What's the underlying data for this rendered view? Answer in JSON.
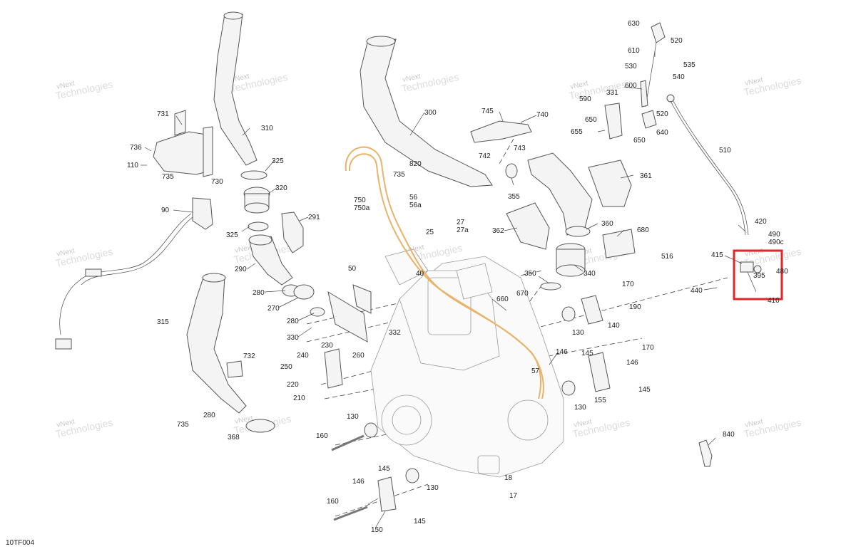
{
  "figure_code": "10TF004",
  "watermark": {
    "line1": "vNext",
    "line2": "Technologies"
  },
  "highlight_color": "#e0262a",
  "callouts": [
    {
      "id": "c630",
      "text": "630"
    },
    {
      "id": "c520a",
      "text": "520"
    },
    {
      "id": "c610",
      "text": "610"
    },
    {
      "id": "c535",
      "text": "535"
    },
    {
      "id": "c530",
      "text": "530"
    },
    {
      "id": "c540",
      "text": "540"
    },
    {
      "id": "c600",
      "text": "600"
    },
    {
      "id": "c331",
      "text": "331"
    },
    {
      "id": "c590",
      "text": "590"
    },
    {
      "id": "c520b",
      "text": "520"
    },
    {
      "id": "c650a",
      "text": "650"
    },
    {
      "id": "c655",
      "text": "655"
    },
    {
      "id": "c650b",
      "text": "650"
    },
    {
      "id": "c640",
      "text": "640"
    },
    {
      "id": "c510",
      "text": "510"
    },
    {
      "id": "c745",
      "text": "745"
    },
    {
      "id": "c740",
      "text": "740"
    },
    {
      "id": "c743",
      "text": "743"
    },
    {
      "id": "c742",
      "text": "742"
    },
    {
      "id": "c355",
      "text": "355"
    },
    {
      "id": "c361",
      "text": "361"
    },
    {
      "id": "c300",
      "text": "300"
    },
    {
      "id": "c820",
      "text": "820"
    },
    {
      "id": "c735a",
      "text": "735"
    },
    {
      "id": "c731",
      "text": "731"
    },
    {
      "id": "c736",
      "text": "736"
    },
    {
      "id": "c110",
      "text": "110"
    },
    {
      "id": "c735b",
      "text": "735"
    },
    {
      "id": "c730",
      "text": "730"
    },
    {
      "id": "c310",
      "text": "310"
    },
    {
      "id": "c325a",
      "text": "325"
    },
    {
      "id": "c320",
      "text": "320"
    },
    {
      "id": "c325b",
      "text": "325"
    },
    {
      "id": "c291",
      "text": "291"
    },
    {
      "id": "c90",
      "text": "90"
    },
    {
      "id": "c290",
      "text": "290"
    },
    {
      "id": "c280a",
      "text": "280"
    },
    {
      "id": "c270",
      "text": "270"
    },
    {
      "id": "c280b",
      "text": "280"
    },
    {
      "id": "c330",
      "text": "330"
    },
    {
      "id": "c750",
      "text": "750"
    },
    {
      "id": "c750a",
      "text": "750a"
    },
    {
      "id": "c56",
      "text": "56"
    },
    {
      "id": "c56a",
      "text": "56a"
    },
    {
      "id": "c27",
      "text": "27"
    },
    {
      "id": "c27a",
      "text": "27a"
    },
    {
      "id": "c25",
      "text": "25"
    },
    {
      "id": "c362",
      "text": "362"
    },
    {
      "id": "c360",
      "text": "360"
    },
    {
      "id": "c680",
      "text": "680"
    },
    {
      "id": "c516",
      "text": "516"
    },
    {
      "id": "c340",
      "text": "340"
    },
    {
      "id": "c350",
      "text": "350"
    },
    {
      "id": "c40",
      "text": "40"
    },
    {
      "id": "c50",
      "text": "50"
    },
    {
      "id": "c660",
      "text": "660"
    },
    {
      "id": "c670",
      "text": "670"
    },
    {
      "id": "c170a",
      "text": "170"
    },
    {
      "id": "c190",
      "text": "190"
    },
    {
      "id": "c130a",
      "text": "130"
    },
    {
      "id": "c140",
      "text": "140"
    },
    {
      "id": "c332",
      "text": "332"
    },
    {
      "id": "c315",
      "text": "315"
    },
    {
      "id": "c260",
      "text": "260"
    },
    {
      "id": "c230",
      "text": "230"
    },
    {
      "id": "c240",
      "text": "240"
    },
    {
      "id": "c250",
      "text": "250"
    },
    {
      "id": "c220",
      "text": "220"
    },
    {
      "id": "c210",
      "text": "210"
    },
    {
      "id": "c732",
      "text": "732"
    },
    {
      "id": "c280c",
      "text": "280"
    },
    {
      "id": "c735c",
      "text": "735"
    },
    {
      "id": "c368",
      "text": "368"
    },
    {
      "id": "c146a",
      "text": "146"
    },
    {
      "id": "c145a",
      "text": "145"
    },
    {
      "id": "c170b",
      "text": "170"
    },
    {
      "id": "c146b",
      "text": "146"
    },
    {
      "id": "c57",
      "text": "57"
    },
    {
      "id": "c130b",
      "text": "130"
    },
    {
      "id": "c155",
      "text": "155"
    },
    {
      "id": "c145b",
      "text": "145"
    },
    {
      "id": "c130c",
      "text": "130"
    },
    {
      "id": "c160a",
      "text": "160"
    },
    {
      "id": "c145c",
      "text": "145"
    },
    {
      "id": "c146c",
      "text": "146"
    },
    {
      "id": "c130d",
      "text": "130"
    },
    {
      "id": "c18",
      "text": "18"
    },
    {
      "id": "c17",
      "text": "17"
    },
    {
      "id": "c160b",
      "text": "160"
    },
    {
      "id": "c150",
      "text": "150"
    },
    {
      "id": "c145d",
      "text": "145"
    },
    {
      "id": "c420",
      "text": "420"
    },
    {
      "id": "c490",
      "text": "490"
    },
    {
      "id": "c490c",
      "text": "490c"
    },
    {
      "id": "c415",
      "text": "415"
    },
    {
      "id": "c395",
      "text": "395"
    },
    {
      "id": "c480",
      "text": "480"
    },
    {
      "id": "c440",
      "text": "440"
    },
    {
      "id": "c410",
      "text": "410"
    },
    {
      "id": "c840",
      "text": "840"
    }
  ]
}
